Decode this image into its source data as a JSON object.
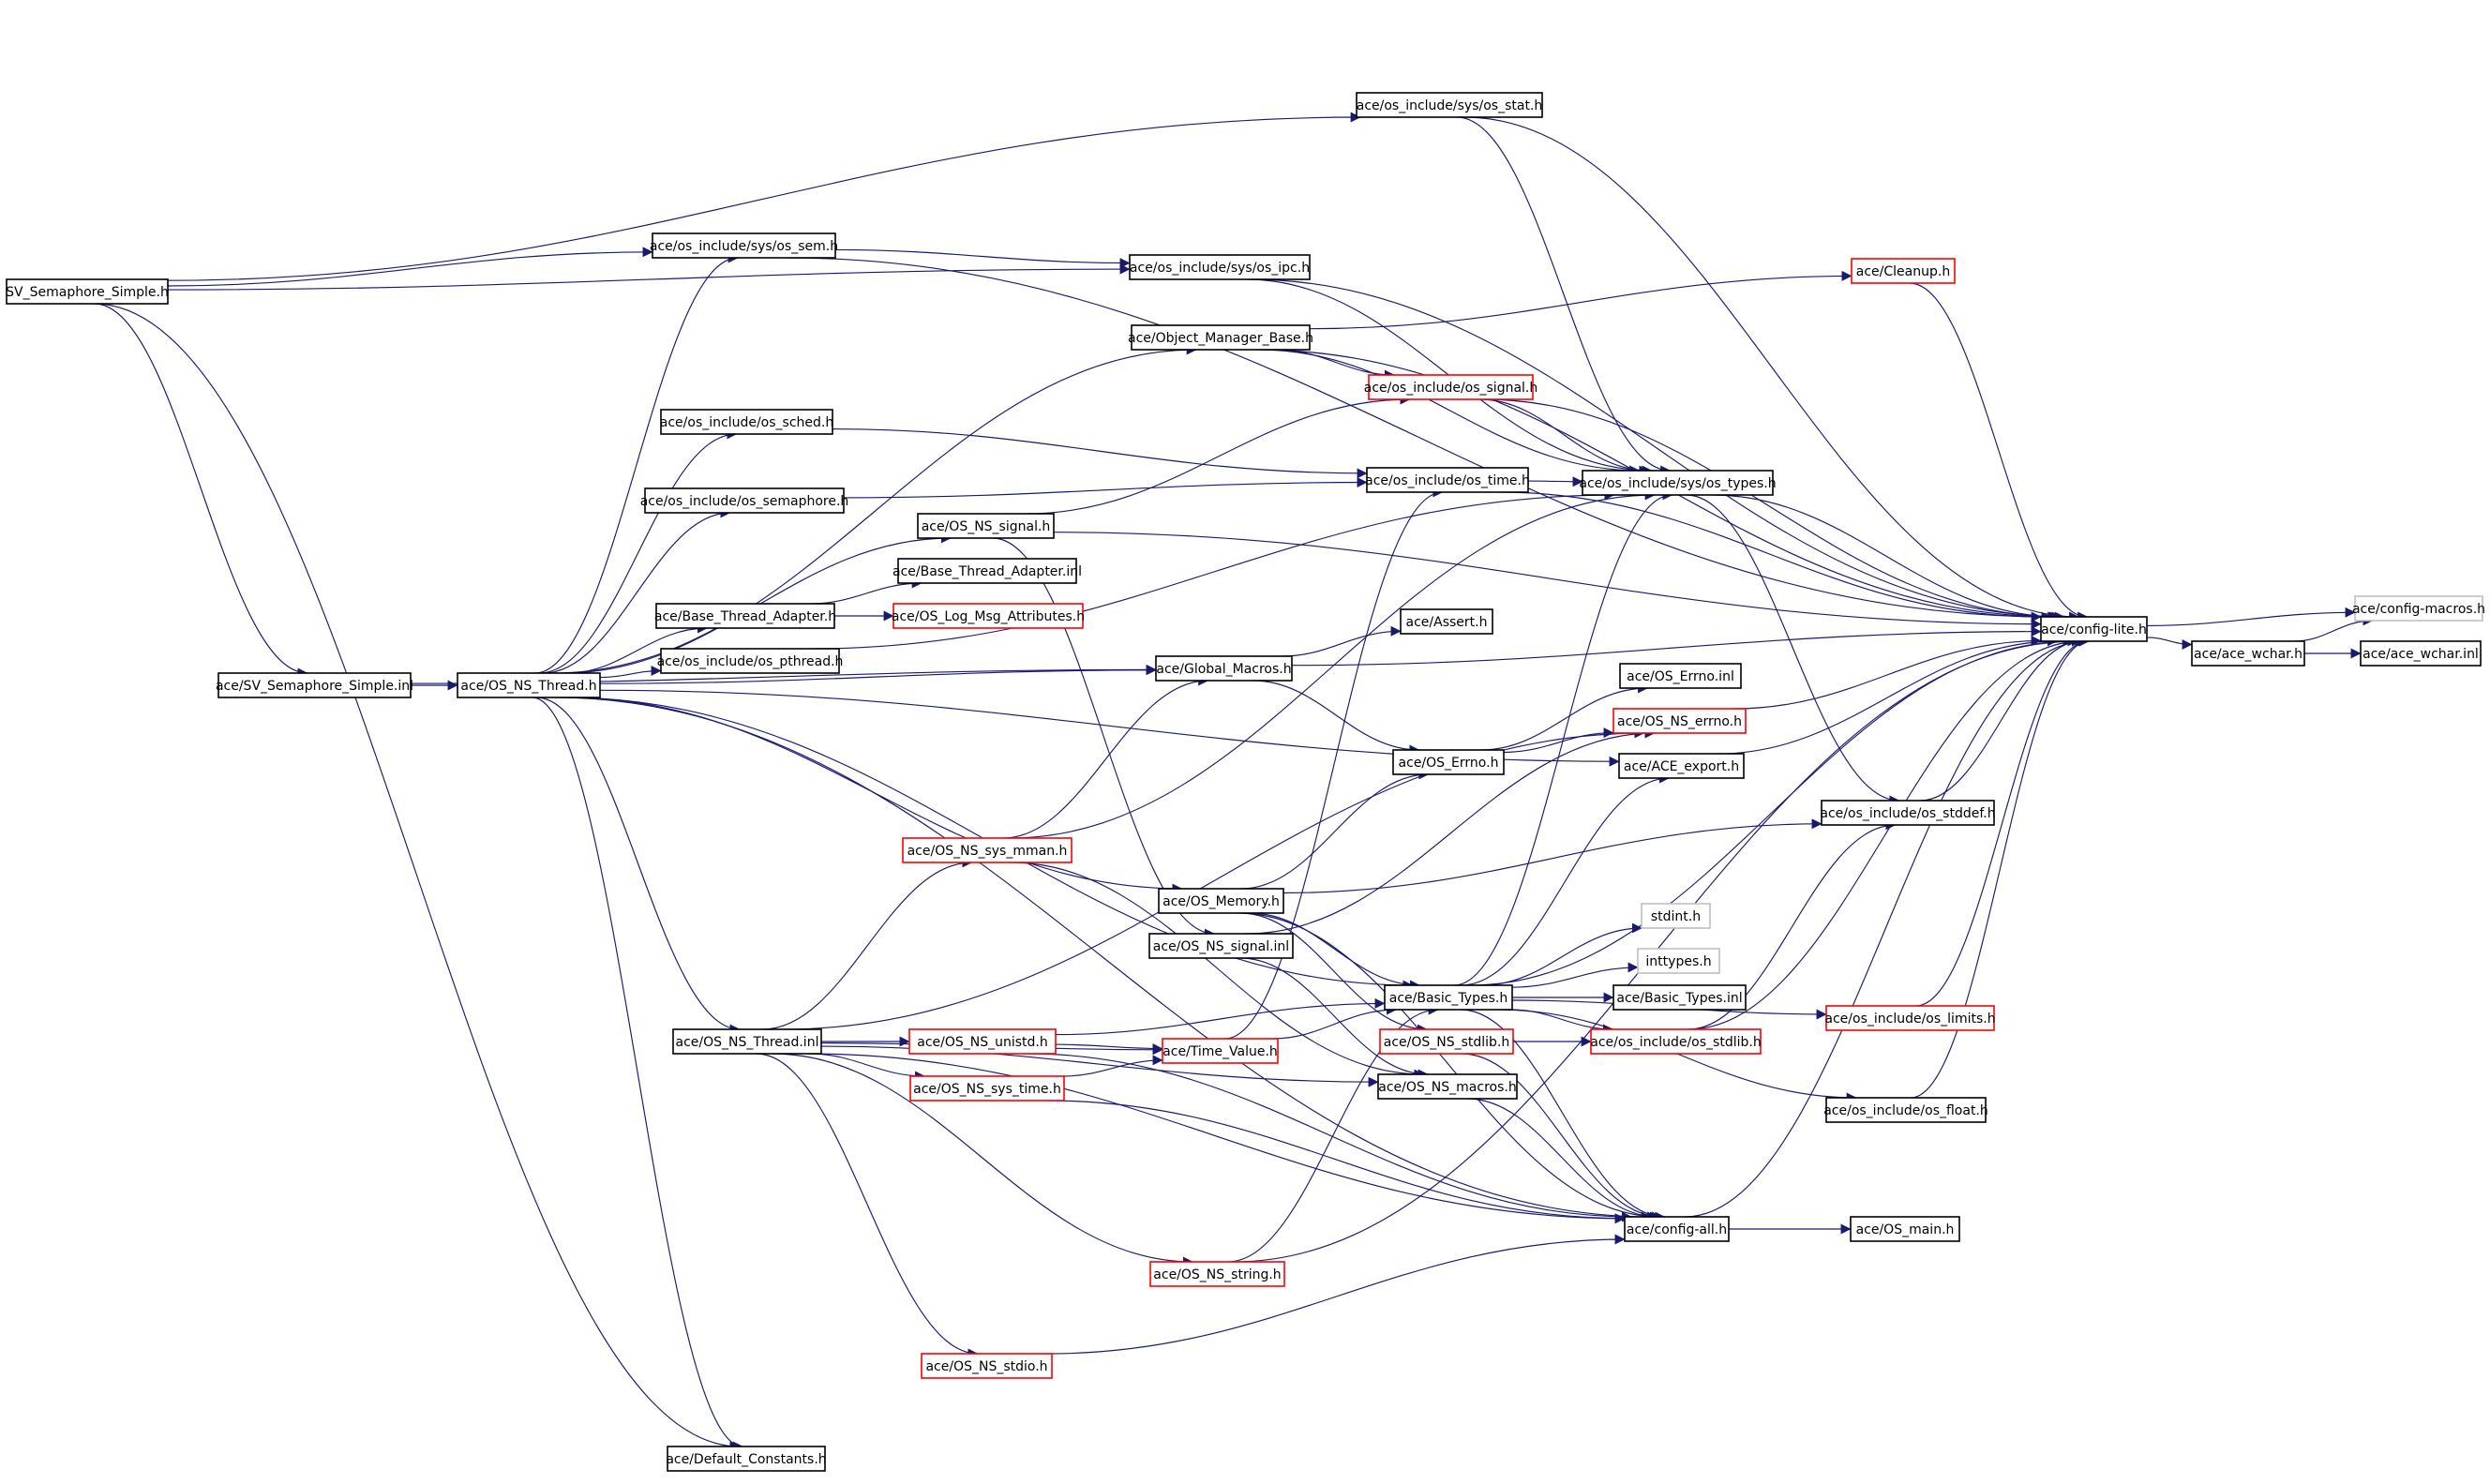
{
  "colors": {
    "edge": "#191970",
    "border_default": "#000000",
    "border_truncated": "#ff0000",
    "border_gray": "#bfbfbf",
    "root_fill": "#bfbfbf"
  },
  "nodes": {
    "root": {
      "label": "SV_Semaphore_Simple.h",
      "style": "root"
    },
    "sv_inl": {
      "label": "ace/SV_Semaphore_Simple.inl",
      "style": "normal"
    },
    "os_thread_h": {
      "label": "ace/OS_NS_Thread.h",
      "style": "normal"
    },
    "os_thread_inl": {
      "label": "ace/OS_NS_Thread.inl",
      "style": "normal"
    },
    "default_constants": {
      "label": "ace/Default_Constants.h",
      "style": "normal"
    },
    "os_stat": {
      "label": "ace/os_include/sys/os_stat.h",
      "style": "normal"
    },
    "os_sem": {
      "label": "ace/os_include/sys/os_sem.h",
      "style": "normal"
    },
    "os_ipc": {
      "label": "ace/os_include/sys/os_ipc.h",
      "style": "normal"
    },
    "cleanup": {
      "label": "ace/Cleanup.h",
      "style": "truncated"
    },
    "obj_mgr": {
      "label": "ace/Object_Manager_Base.h",
      "style": "normal"
    },
    "os_signal": {
      "label": "ace/os_include/os_signal.h",
      "style": "truncated"
    },
    "os_sched": {
      "label": "ace/os_include/os_sched.h",
      "style": "normal"
    },
    "os_time": {
      "label": "ace/os_include/os_time.h",
      "style": "normal"
    },
    "os_types": {
      "label": "ace/os_include/sys/os_types.h",
      "style": "normal"
    },
    "os_semaphore": {
      "label": "ace/os_include/os_semaphore.h",
      "style": "normal"
    },
    "ns_signal_h": {
      "label": "ace/OS_NS_signal.h",
      "style": "normal"
    },
    "bta_inl": {
      "label": "ace/Base_Thread_Adapter.inl",
      "style": "normal"
    },
    "bta_h": {
      "label": "ace/Base_Thread_Adapter.h",
      "style": "normal"
    },
    "log_msg": {
      "label": "ace/OS_Log_Msg_Attributes.h",
      "style": "truncated"
    },
    "os_pthread": {
      "label": "ace/os_include/os_pthread.h",
      "style": "normal"
    },
    "assert": {
      "label": "ace/Assert.h",
      "style": "normal"
    },
    "global_macros": {
      "label": "ace/Global_Macros.h",
      "style": "normal"
    },
    "config_lite": {
      "label": "ace/config-lite.h",
      "style": "normal"
    },
    "config_macros": {
      "label": "ace/config-macros.h",
      "style": "gray"
    },
    "ace_wchar_h": {
      "label": "ace/ace_wchar.h",
      "style": "normal"
    },
    "ace_wchar_inl": {
      "label": "ace/ace_wchar.inl",
      "style": "normal"
    },
    "errno_inl": {
      "label": "ace/OS_Errno.inl",
      "style": "normal"
    },
    "ns_errno": {
      "label": "ace/OS_NS_errno.h",
      "style": "truncated"
    },
    "os_errno": {
      "label": "ace/OS_Errno.h",
      "style": "normal"
    },
    "ace_export": {
      "label": "ace/ACE_export.h",
      "style": "normal"
    },
    "os_stddef": {
      "label": "ace/os_include/os_stddef.h",
      "style": "normal"
    },
    "sys_mman": {
      "label": "ace/OS_NS_sys_mman.h",
      "style": "truncated"
    },
    "os_memory": {
      "label": "ace/OS_Memory.h",
      "style": "normal"
    },
    "stdint": {
      "label": "stdint.h",
      "style": "gray"
    },
    "ns_signal_inl": {
      "label": "ace/OS_NS_signal.inl",
      "style": "normal"
    },
    "inttypes": {
      "label": "inttypes.h",
      "style": "gray"
    },
    "basic_types": {
      "label": "ace/Basic_Types.h",
      "style": "normal"
    },
    "basic_types_inl": {
      "label": "ace/Basic_Types.inl",
      "style": "normal"
    },
    "os_limits": {
      "label": "ace/os_include/os_limits.h",
      "style": "truncated"
    },
    "unistd": {
      "label": "ace/OS_NS_unistd.h",
      "style": "truncated"
    },
    "time_value": {
      "label": "ace/Time_Value.h",
      "style": "truncated"
    },
    "ns_stdlib": {
      "label": "ace/OS_NS_stdlib.h",
      "style": "truncated"
    },
    "os_stdlib": {
      "label": "ace/os_include/os_stdlib.h",
      "style": "truncated"
    },
    "sys_time": {
      "label": "ace/OS_NS_sys_time.h",
      "style": "truncated"
    },
    "ns_macros": {
      "label": "ace/OS_NS_macros.h",
      "style": "normal"
    },
    "os_float": {
      "label": "ace/os_include/os_float.h",
      "style": "normal"
    },
    "config_all": {
      "label": "ace/config-all.h",
      "style": "normal"
    },
    "os_main": {
      "label": "ace/OS_main.h",
      "style": "normal"
    },
    "ns_string": {
      "label": "ace/OS_NS_string.h",
      "style": "truncated"
    },
    "ns_stdio": {
      "label": "ace/OS_NS_stdio.h",
      "style": "truncated"
    }
  },
  "edges": [
    [
      "root",
      "os_stat"
    ],
    [
      "root",
      "os_sem"
    ],
    [
      "root",
      "os_ipc"
    ],
    [
      "root",
      "sv_inl"
    ],
    [
      "root",
      "default_constants"
    ],
    [
      "sv_inl",
      "os_thread_h"
    ],
    [
      "sv_inl",
      "global_macros"
    ],
    [
      "os_thread_h",
      "os_sem"
    ],
    [
      "os_thread_h",
      "obj_mgr"
    ],
    [
      "os_thread_h",
      "os_sched"
    ],
    [
      "os_thread_h",
      "os_semaphore"
    ],
    [
      "os_thread_h",
      "ns_signal_h"
    ],
    [
      "os_thread_h",
      "bta_h"
    ],
    [
      "os_thread_h",
      "os_pthread"
    ],
    [
      "os_thread_h",
      "global_macros"
    ],
    [
      "os_thread_h",
      "ace_export"
    ],
    [
      "os_thread_h",
      "os_memory"
    ],
    [
      "os_thread_h",
      "os_thread_inl"
    ],
    [
      "os_thread_h",
      "default_constants"
    ],
    [
      "os_thread_h",
      "config_all"
    ],
    [
      "os_thread_h",
      "basic_types"
    ],
    [
      "os_thread_inl",
      "sys_mman"
    ],
    [
      "os_thread_inl",
      "unistd"
    ],
    [
      "os_thread_inl",
      "time_value"
    ],
    [
      "os_thread_inl",
      "sys_time"
    ],
    [
      "os_thread_inl",
      "ns_macros"
    ],
    [
      "os_thread_inl",
      "config_all"
    ],
    [
      "os_thread_inl",
      "ns_string"
    ],
    [
      "os_thread_inl",
      "ns_stdio"
    ],
    [
      "os_thread_inl",
      "ns_errno"
    ],
    [
      "os_stat",
      "os_types"
    ],
    [
      "os_stat",
      "config_lite"
    ],
    [
      "os_sem",
      "os_ipc"
    ],
    [
      "os_sem",
      "config_lite"
    ],
    [
      "os_ipc",
      "os_types"
    ],
    [
      "os_ipc",
      "config_lite"
    ],
    [
      "cleanup",
      "config_lite"
    ],
    [
      "obj_mgr",
      "cleanup"
    ],
    [
      "obj_mgr",
      "os_signal"
    ],
    [
      "obj_mgr",
      "os_types"
    ],
    [
      "obj_mgr",
      "config_lite"
    ],
    [
      "os_signal",
      "os_types"
    ],
    [
      "os_signal",
      "config_lite"
    ],
    [
      "os_sched",
      "os_time"
    ],
    [
      "os_time",
      "os_types"
    ],
    [
      "os_time",
      "config_lite"
    ],
    [
      "os_types",
      "config_lite"
    ],
    [
      "os_types",
      "os_stddef"
    ],
    [
      "os_semaphore",
      "os_time"
    ],
    [
      "ns_signal_h",
      "os_signal"
    ],
    [
      "ns_signal_h",
      "config_lite"
    ],
    [
      "ns_signal_h",
      "ns_signal_inl"
    ],
    [
      "bta_h",
      "bta_inl"
    ],
    [
      "bta_h",
      "log_msg"
    ],
    [
      "os_pthread",
      "os_types"
    ],
    [
      "global_macros",
      "assert"
    ],
    [
      "global_macros",
      "config_lite"
    ],
    [
      "global_macros",
      "os_errno"
    ],
    [
      "config_lite",
      "config_macros"
    ],
    [
      "config_lite",
      "ace_wchar_h"
    ],
    [
      "ace_wchar_h",
      "config_macros"
    ],
    [
      "ace_wchar_h",
      "ace_wchar_inl"
    ],
    [
      "os_errno",
      "errno_inl"
    ],
    [
      "os_errno",
      "ns_errno"
    ],
    [
      "ns_errno",
      "config_lite"
    ],
    [
      "ace_export",
      "config_lite"
    ],
    [
      "os_stddef",
      "config_lite"
    ],
    [
      "sys_mman",
      "os_types"
    ],
    [
      "sys_mman",
      "global_macros"
    ],
    [
      "sys_mman",
      "ns_macros"
    ],
    [
      "os_memory",
      "os_errno"
    ],
    [
      "os_memory",
      "basic_types"
    ],
    [
      "os_memory",
      "os_stddef"
    ],
    [
      "os_memory",
      "ns_stdlib"
    ],
    [
      "os_memory",
      "config_all"
    ],
    [
      "ns_signal_inl",
      "ns_macros"
    ],
    [
      "ns_signal_inl",
      "ns_errno"
    ],
    [
      "basic_types",
      "basic_types_inl"
    ],
    [
      "basic_types",
      "stdint"
    ],
    [
      "basic_types",
      "inttypes"
    ],
    [
      "basic_types",
      "os_limits"
    ],
    [
      "basic_types",
      "os_stdlib"
    ],
    [
      "basic_types",
      "os_float"
    ],
    [
      "basic_types",
      "config_lite"
    ],
    [
      "basic_types",
      "os_types"
    ],
    [
      "basic_types",
      "ace_export"
    ],
    [
      "basic_types",
      "config_all"
    ],
    [
      "os_limits",
      "config_lite"
    ],
    [
      "unistd",
      "time_value"
    ],
    [
      "unistd",
      "basic_types"
    ],
    [
      "unistd",
      "config_all"
    ],
    [
      "time_value",
      "basic_types"
    ],
    [
      "time_value",
      "os_time"
    ],
    [
      "ns_stdlib",
      "os_stdlib"
    ],
    [
      "ns_stdlib",
      "config_all"
    ],
    [
      "os_stdlib",
      "os_stddef"
    ],
    [
      "os_stdlib",
      "config_lite"
    ],
    [
      "sys_time",
      "time_value"
    ],
    [
      "sys_time",
      "config_all"
    ],
    [
      "ns_macros",
      "config_all"
    ],
    [
      "os_float",
      "config_lite"
    ],
    [
      "config_all",
      "os_main"
    ],
    [
      "config_all",
      "config_lite"
    ],
    [
      "ns_string",
      "basic_types"
    ],
    [
      "ns_string",
      "config_lite"
    ],
    [
      "ns_stdio",
      "config_all"
    ]
  ]
}
